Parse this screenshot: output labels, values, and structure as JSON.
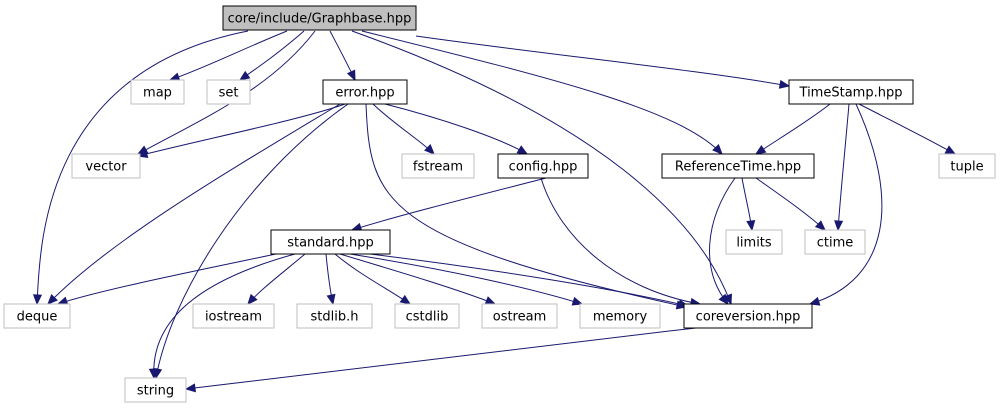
{
  "diagram": {
    "title": "",
    "nodes": [
      {
        "id": "graphbase",
        "label": "core/include/Graphbase.hpp",
        "style": "root"
      },
      {
        "id": "map",
        "label": "map",
        "style": "external"
      },
      {
        "id": "set",
        "label": "set",
        "style": "external"
      },
      {
        "id": "error",
        "label": "error.hpp",
        "style": "header"
      },
      {
        "id": "timestamp",
        "label": "TimeStamp.hpp",
        "style": "header"
      },
      {
        "id": "vector",
        "label": "vector",
        "style": "external"
      },
      {
        "id": "fstream",
        "label": "fstream",
        "style": "external"
      },
      {
        "id": "config",
        "label": "config.hpp",
        "style": "header"
      },
      {
        "id": "referencetime",
        "label": "ReferenceTime.hpp",
        "style": "header"
      },
      {
        "id": "tuple",
        "label": "tuple",
        "style": "external"
      },
      {
        "id": "standard",
        "label": "standard.hpp",
        "style": "header"
      },
      {
        "id": "limits",
        "label": "limits",
        "style": "external"
      },
      {
        "id": "ctime",
        "label": "ctime",
        "style": "external"
      },
      {
        "id": "deque",
        "label": "deque",
        "style": "external"
      },
      {
        "id": "iostream",
        "label": "iostream",
        "style": "external"
      },
      {
        "id": "stdlib_h",
        "label": "stdlib.h",
        "style": "external"
      },
      {
        "id": "cstdlib",
        "label": "cstdlib",
        "style": "external"
      },
      {
        "id": "ostream",
        "label": "ostream",
        "style": "external"
      },
      {
        "id": "memory",
        "label": "memory",
        "style": "external"
      },
      {
        "id": "coreversion",
        "label": "coreversion.hpp",
        "style": "header"
      },
      {
        "id": "string",
        "label": "string",
        "style": "external"
      }
    ],
    "edges": [
      [
        "graphbase",
        "deque"
      ],
      [
        "graphbase",
        "map"
      ],
      [
        "graphbase",
        "set"
      ],
      [
        "graphbase",
        "vector"
      ],
      [
        "graphbase",
        "error"
      ],
      [
        "graphbase",
        "coreversion"
      ],
      [
        "graphbase",
        "referencetime"
      ],
      [
        "graphbase",
        "timestamp"
      ],
      [
        "error",
        "vector"
      ],
      [
        "error",
        "deque"
      ],
      [
        "error",
        "string"
      ],
      [
        "error",
        "coreversion"
      ],
      [
        "error",
        "fstream"
      ],
      [
        "error",
        "config"
      ],
      [
        "config",
        "standard"
      ],
      [
        "config",
        "coreversion"
      ],
      [
        "standard",
        "deque"
      ],
      [
        "standard",
        "string"
      ],
      [
        "standard",
        "iostream"
      ],
      [
        "standard",
        "stdlib_h"
      ],
      [
        "standard",
        "cstdlib"
      ],
      [
        "standard",
        "ostream"
      ],
      [
        "standard",
        "memory"
      ],
      [
        "standard",
        "coreversion"
      ],
      [
        "timestamp",
        "referencetime"
      ],
      [
        "timestamp",
        "ctime"
      ],
      [
        "timestamp",
        "tuple"
      ],
      [
        "timestamp",
        "coreversion"
      ],
      [
        "referencetime",
        "coreversion"
      ],
      [
        "referencetime",
        "limits"
      ],
      [
        "referencetime",
        "ctime"
      ],
      [
        "coreversion",
        "string"
      ]
    ],
    "colors": {
      "root_fill": "#bfbfbf",
      "root_stroke": "#000000",
      "header_stroke": "#000000",
      "external_stroke": "#bfbfbf",
      "edge": "#191970"
    }
  }
}
